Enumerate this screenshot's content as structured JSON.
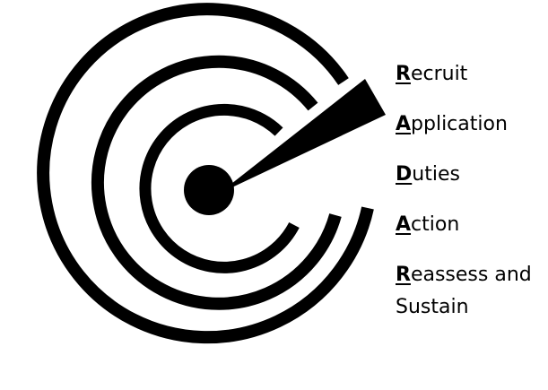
{
  "radar": {
    "icon": "target-radar-icon",
    "color": "#000000"
  },
  "acronym_items": [
    {
      "initial": "R",
      "rest": "ecruit"
    },
    {
      "initial": "A",
      "rest": "pplication"
    },
    {
      "initial": "D",
      "rest": "uties"
    },
    {
      "initial": "A",
      "rest": "ction"
    },
    {
      "initial": "R",
      "rest": "eassess and",
      "rest_line2": "Sustain"
    }
  ]
}
